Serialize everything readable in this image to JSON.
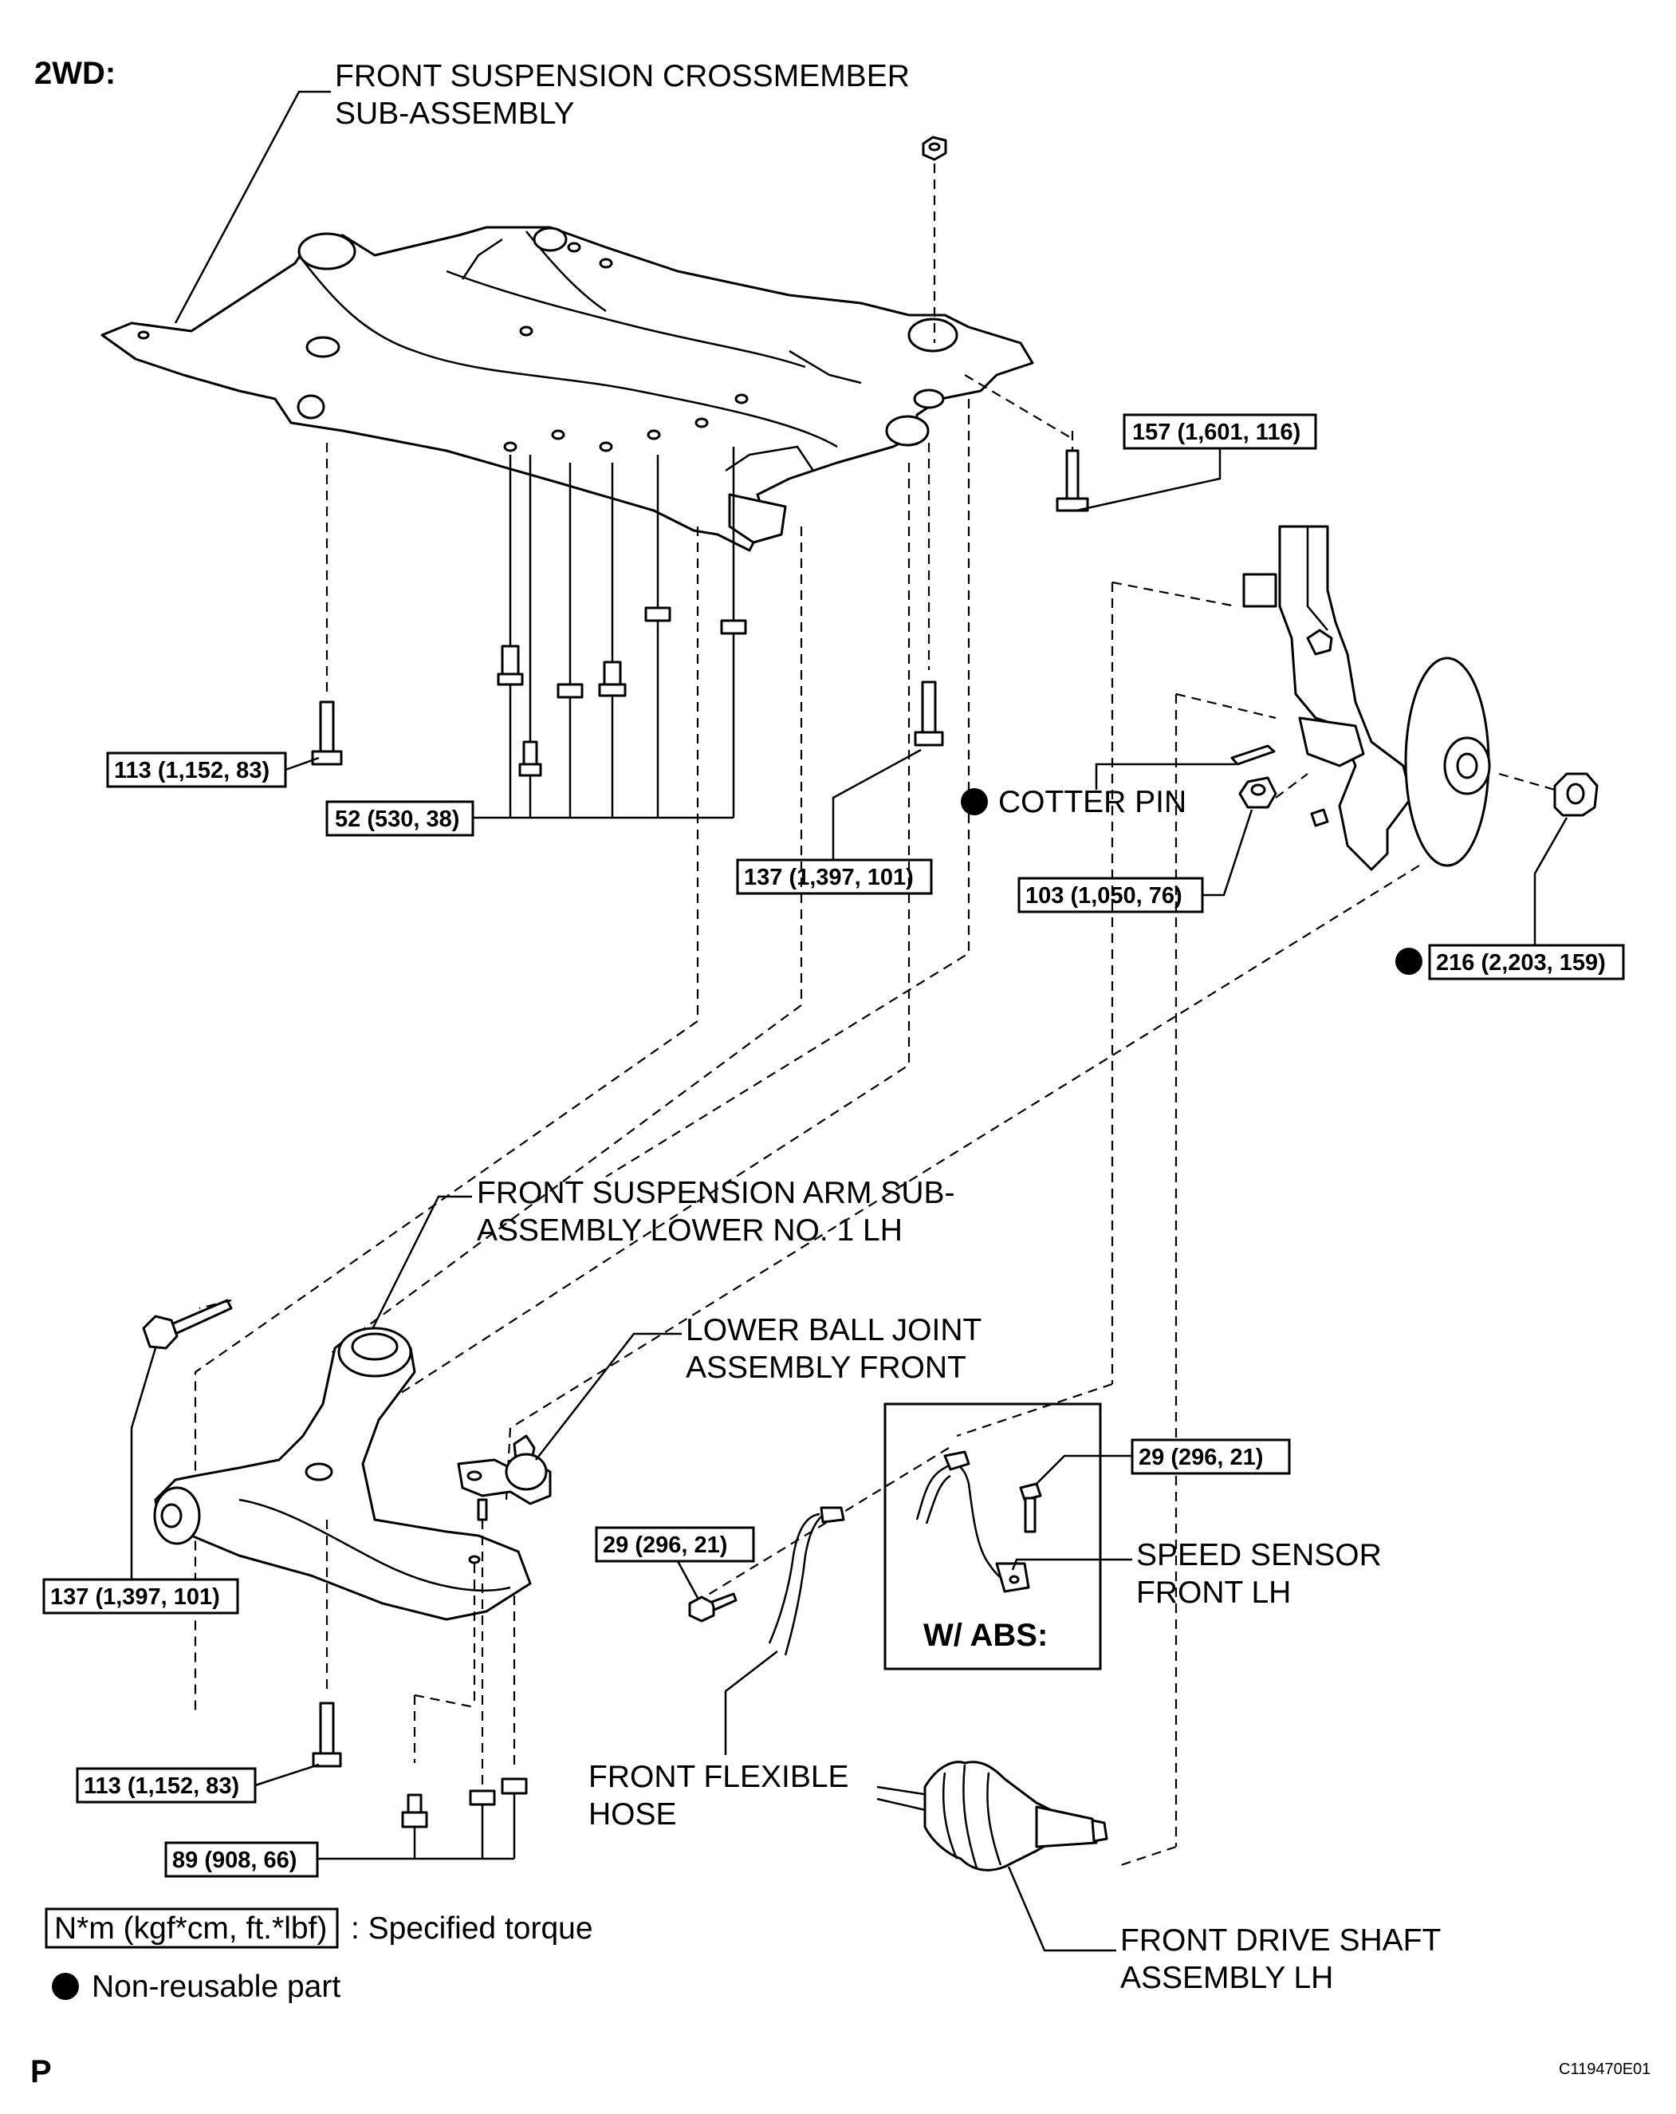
{
  "heading": "2WD:",
  "labels": {
    "crossmember_line1": "FRONT SUSPENSION CROSSMEMBER",
    "crossmember_line2": "SUB-ASSEMBLY",
    "cotter_pin": "COTTER PIN",
    "arm_line1": "FRONT SUSPENSION ARM SUB-",
    "arm_line2": "ASSEMBLY LOWER NO. 1 LH",
    "balljoint_line1": "LOWER BALL JOINT",
    "balljoint_line2": "ASSEMBLY FRONT",
    "speed_sensor_line1": "SPEED SENSOR",
    "speed_sensor_line2": "FRONT LH",
    "wabs": "W/ ABS:",
    "hose_line1": "FRONT FLEXIBLE",
    "hose_line2": "HOSE",
    "driveshaft_line1": "FRONT DRIVE SHAFT",
    "driveshaft_line2": "ASSEMBLY LH"
  },
  "torques": {
    "t157": "157 (1,601, 116)",
    "t113_top": "113 (1,152, 83)",
    "t52": "52 (530, 38)",
    "t137_mid": "137 (1,397, 101)",
    "t103": "103 (1,050, 76)",
    "t216": "216 (2,203, 159)",
    "t137_left": "137 (1,397, 101)",
    "t29_abs": "29 (296, 21)",
    "t29_hose": "29 (296, 21)",
    "t113_bottom": "113 (1,152, 83)",
    "t89": "89 (908, 66)"
  },
  "legend": {
    "torque_unit": "N*m (kgf*cm, ft.*lbf)",
    "torque_desc": ": Specified torque",
    "nonreusable_desc": "Non-reusable part"
  },
  "footer": {
    "left_mark": "P",
    "figure_id": "C119470E01"
  },
  "icons": {
    "nonreusable": "filled-circle-icon"
  }
}
